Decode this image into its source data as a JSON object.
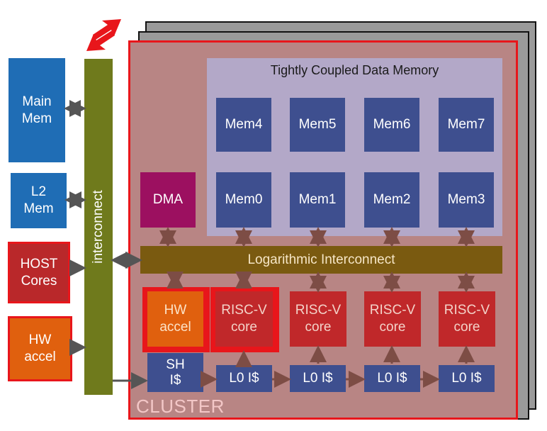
{
  "tcdm_title": "Tightly Coupled Data Memory",
  "mem_top": [
    "Mem4",
    "Mem5",
    "Mem6",
    "Mem7"
  ],
  "mem_bottom": [
    "Mem0",
    "Mem1",
    "Mem2",
    "Mem3"
  ],
  "dma": "DMA",
  "log_interconnect": "Logarithmic Interconnect",
  "hw_accel_cluster": [
    "HW",
    "accel"
  ],
  "riscv": [
    "RISC-V",
    "core"
  ],
  "sh_icache": [
    "SH",
    "I$"
  ],
  "l0_icache": "L0 I$",
  "cluster_label": "CLUSTER",
  "interconnect": "interconnect",
  "main_mem": [
    "Main",
    "Mem"
  ],
  "l2_mem": [
    "L2",
    "Mem"
  ],
  "host_cores": [
    "HOST",
    "Cores"
  ],
  "hw_accel_side": [
    "HW",
    "accel"
  ],
  "colors": {
    "cluster_fill": "#b88584",
    "cluster_border": "#e8161b",
    "memory": "#3e4f8f",
    "risc": "#c0282a",
    "hw_accel": "#e0600e",
    "interconnect": "#6f7a1c",
    "log_interconnect": "#7a5a10",
    "dma": "#9c1060",
    "side_memory": "#1f6db5"
  }
}
